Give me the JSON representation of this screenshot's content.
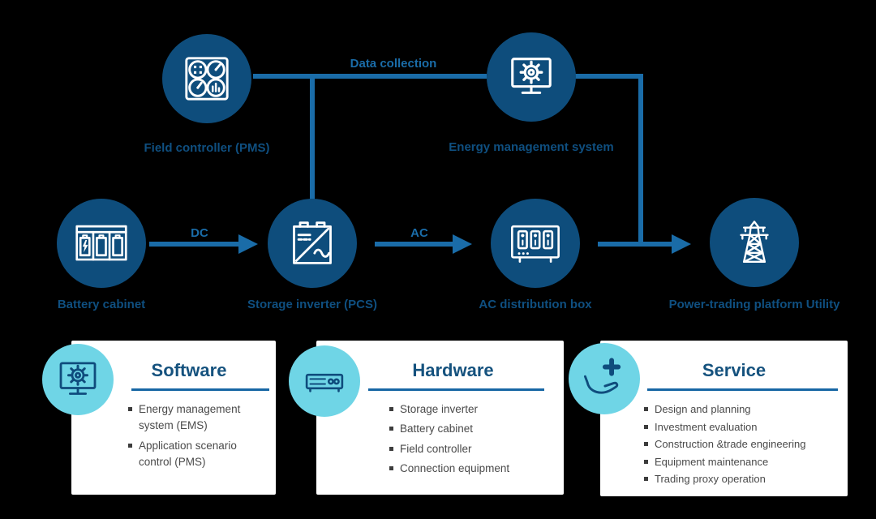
{
  "colors": {
    "node_circle": "#0e4d7c",
    "flow_blue": "#1a6ca8",
    "badge_cyan": "#6fd5e6",
    "card_title_blue": "#15527e",
    "bullet_text": "#4a4a4a"
  },
  "flow": {
    "data_collection_label": "Data collection",
    "dc_label": "DC",
    "ac_label": "AC"
  },
  "nodes": {
    "field_controller": {
      "label": "Field controller (PMS)"
    },
    "ems": {
      "label": "Energy management system"
    },
    "battery": {
      "label": "Battery cabinet"
    },
    "inverter": {
      "label": "Storage inverter (PCS)"
    },
    "ac_box": {
      "label": "AC distribution box"
    },
    "grid": {
      "label": "Power-trading platform Utility"
    }
  },
  "cards": [
    {
      "title": "Software",
      "items": [
        "Energy management system (EMS)",
        "Application scenario control (PMS)"
      ]
    },
    {
      "title": "Hardware",
      "items": [
        "Storage inverter",
        "Battery cabinet",
        "Field controller",
        "Connection equipment"
      ]
    },
    {
      "title": "Service",
      "items": [
        "Design and planning",
        "Investment evaluation",
        "Construction &trade engineering",
        "Equipment maintenance",
        "Trading proxy operation"
      ]
    }
  ]
}
